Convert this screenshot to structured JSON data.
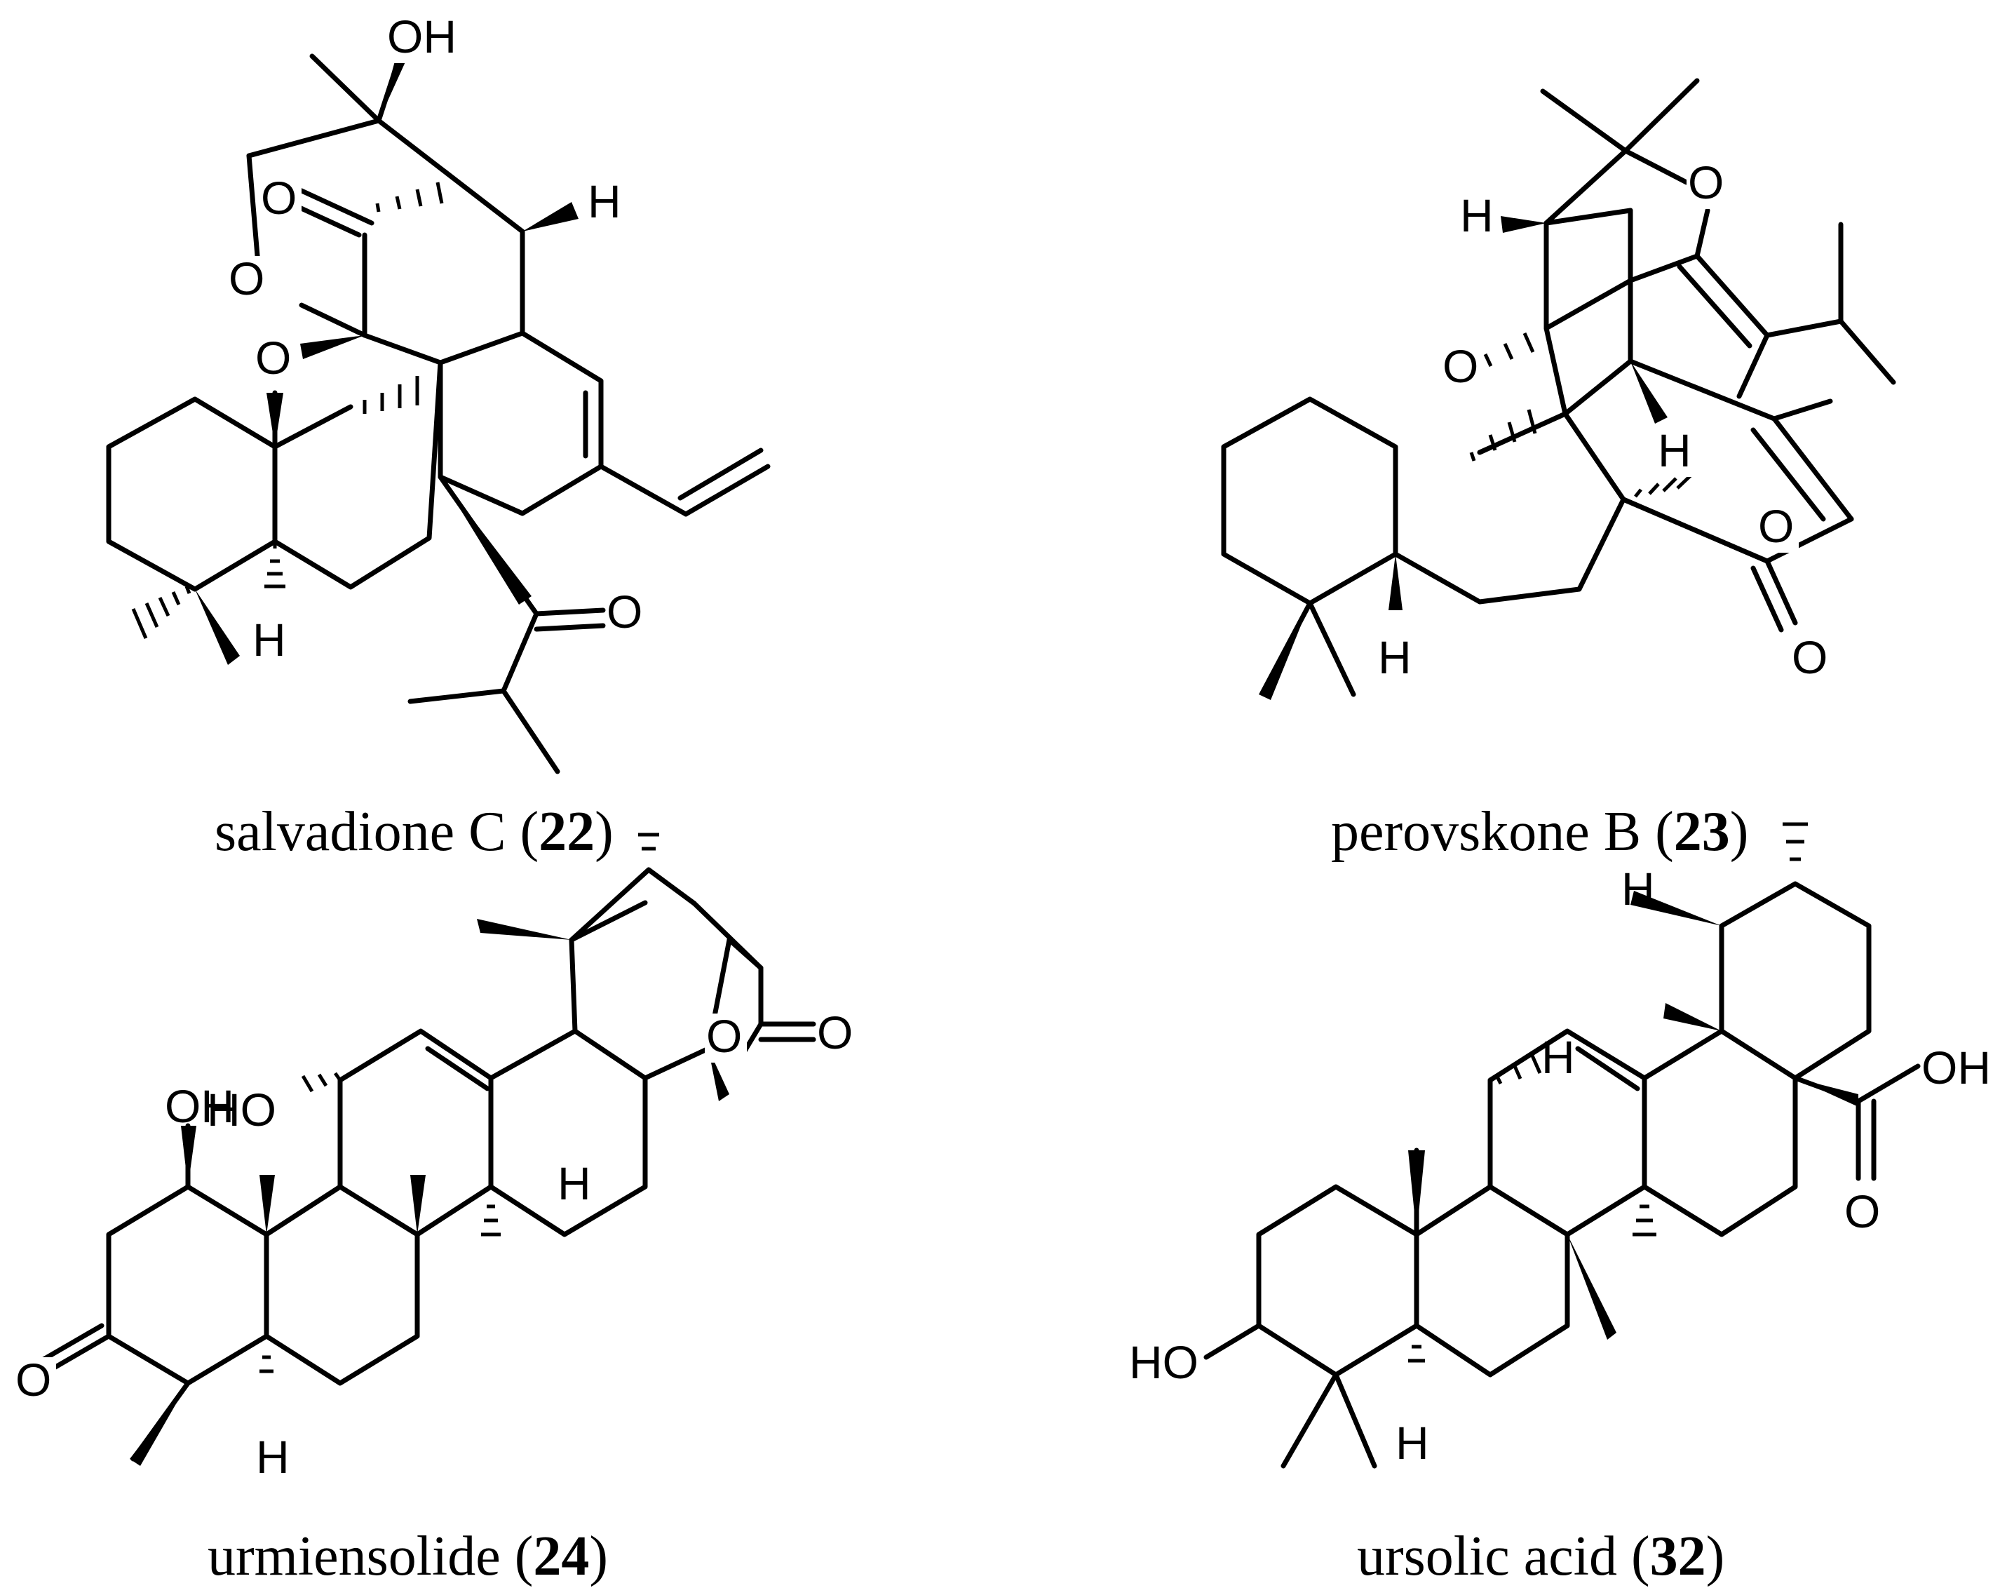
{
  "compounds": [
    {
      "name": "salvadione C",
      "open": " (",
      "number": "22",
      "close": ")"
    },
    {
      "name": "perovskone B",
      "open": " (",
      "number": "23",
      "close": ")"
    },
    {
      "name": "urmiensolide",
      "open": " (",
      "number": "24",
      "close": ")"
    },
    {
      "name": "ursolic acid",
      "open": " (",
      "number": "32",
      "close": ")"
    }
  ],
  "atom_labels": {
    "OH": "OH",
    "HO": "HO",
    "O": "O",
    "H": "H"
  },
  "colors": {
    "ink": "#000000",
    "background": "#ffffff"
  }
}
